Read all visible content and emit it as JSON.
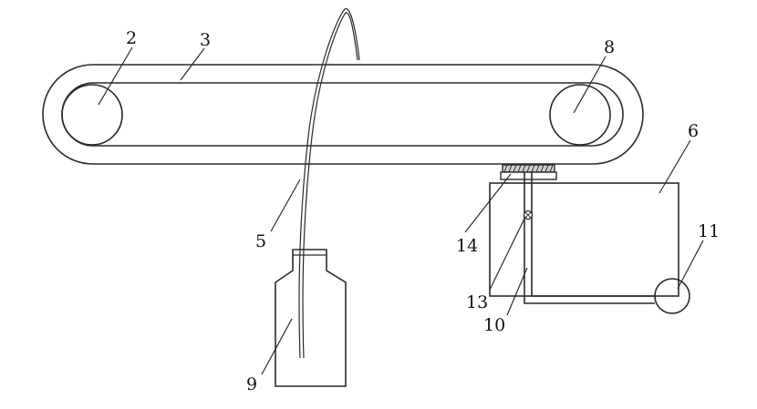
{
  "labels": {
    "l2": "2",
    "l3": "3",
    "l8": "8",
    "l6": "6",
    "l11": "11",
    "l5": "5",
    "l14": "14",
    "l13": "13",
    "l10": "10",
    "l9": "9"
  }
}
